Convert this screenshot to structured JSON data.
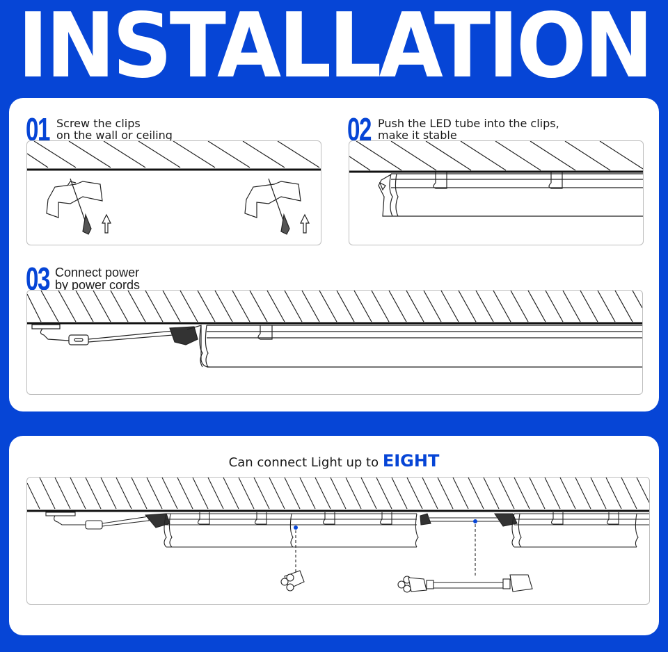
{
  "title": "INSTALLATION",
  "colors": {
    "background": "#0645d6",
    "card": "#ffffff",
    "accent": "#0645d6",
    "text": "#1a1a1a",
    "line": "#222222"
  },
  "steps": [
    {
      "number": "01",
      "lines": [
        "Screw the clips",
        "on the wall or ceiling"
      ],
      "illustration": "clips-screwed-to-ceiling"
    },
    {
      "number": "02",
      "lines": [
        "Push  the LED tube into the clips,",
        "make it stable"
      ],
      "illustration": "tube-pushed-into-clips"
    },
    {
      "number": "03",
      "lines": [
        "Connect power",
        "by power cords"
      ],
      "illustration": "power-cord-connected-to-tube"
    }
  ],
  "connect": {
    "heading_prefix": "Can connect Light up to ",
    "heading_accent": "EIGHT",
    "parts": [
      "connector-plug",
      "linking-cable"
    ]
  }
}
